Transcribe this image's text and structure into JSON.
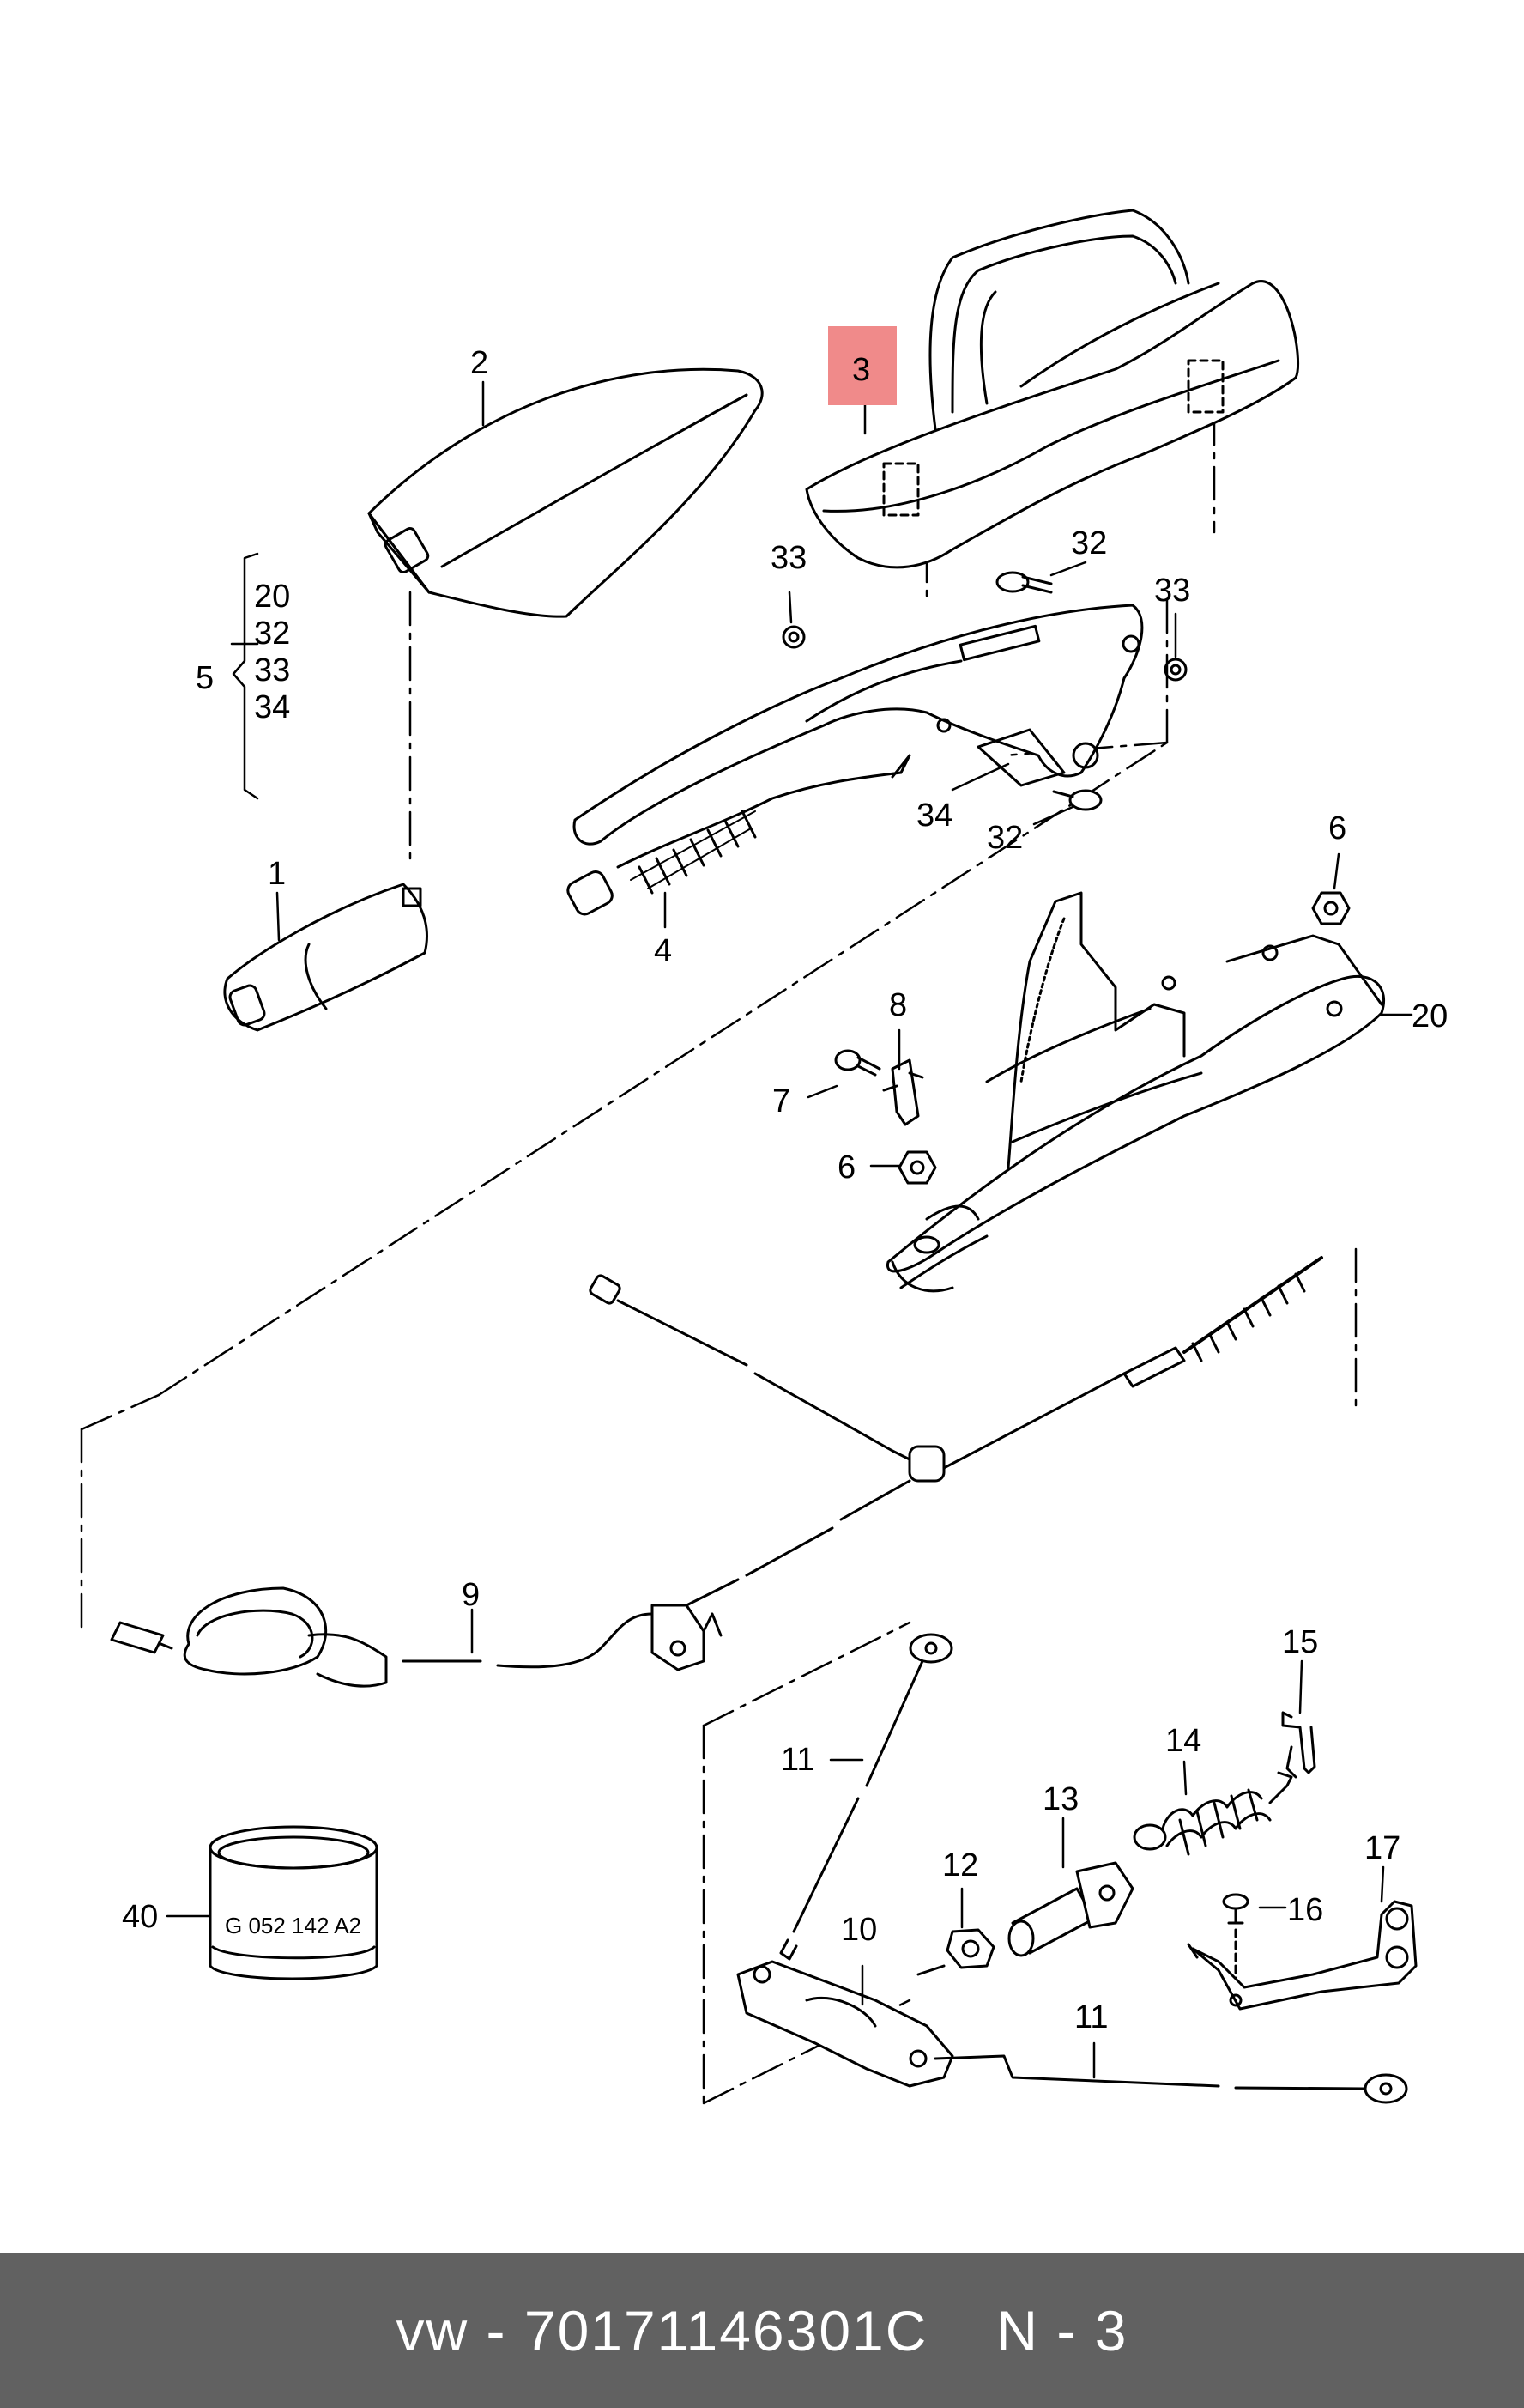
{
  "callouts": {
    "c1": "1",
    "c2": "2",
    "c3": "3",
    "c4": "4",
    "c5": "5",
    "c6a": "6",
    "c6b": "6",
    "c7": "7",
    "c8": "8",
    "c9": "9",
    "c10": "10",
    "c11a": "11",
    "c11b": "11",
    "c12": "12",
    "c13": "13",
    "c14": "14",
    "c15": "15",
    "c16": "16",
    "c17": "17",
    "c20": "20",
    "c32a": "32",
    "c32b": "32",
    "c33a": "33",
    "c33b": "33",
    "c34": "34",
    "c40": "40"
  },
  "group5": [
    "20",
    "32",
    "33",
    "34"
  ],
  "highlight": {
    "callout": "3",
    "color": "#f08a8a"
  },
  "part40_label": "G 052 142 A2",
  "footer": {
    "brand_part": "vw - 70171146301C",
    "position": "N - 3"
  }
}
